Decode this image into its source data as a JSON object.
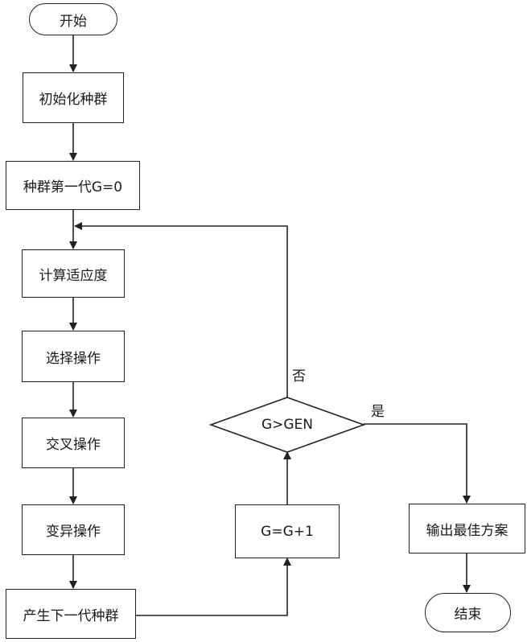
{
  "flowchart": {
    "start": "开始",
    "init": "初始化种群",
    "gen0": "种群第一代G=0",
    "fitness": "计算适应度",
    "select": "选择操作",
    "crossover": "交叉操作",
    "mutate": "变异操作",
    "next_gen": "产生下一代种群",
    "increment": "G=G+1",
    "decision": "G>GEN",
    "no_label": "否",
    "yes_label": "是",
    "output": "输出最佳方案",
    "end": "结束"
  }
}
